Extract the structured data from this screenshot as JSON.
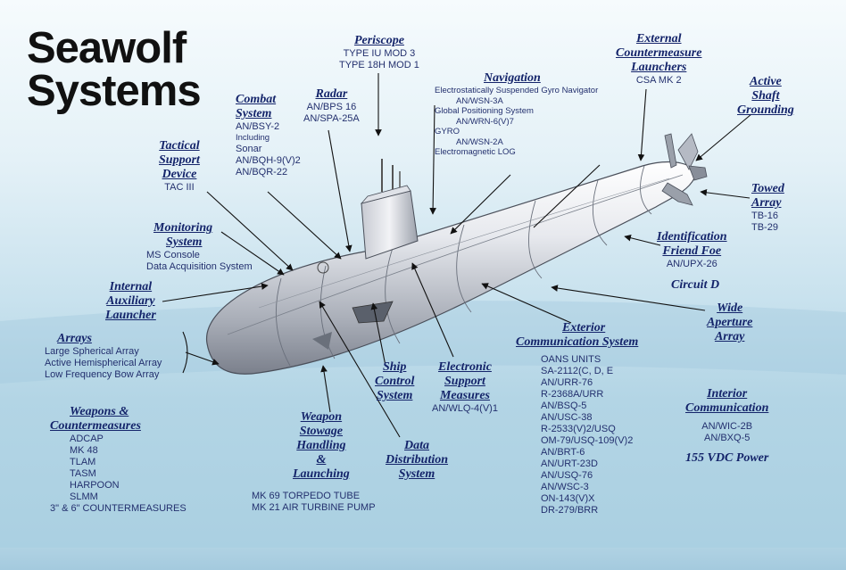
{
  "title": [
    "Seawolf",
    "Systems"
  ],
  "labels": {
    "periscope": {
      "heading": [
        "Periscope"
      ],
      "items": [
        "TYPE IU MOD 3",
        "TYPE 18H MOD 1"
      ]
    },
    "external_countermeasure": {
      "heading": [
        "External",
        "Countermeasure",
        "Launchers"
      ],
      "items": [
        "CSA MK 2"
      ]
    },
    "active_shaft": {
      "heading": [
        "Active",
        "Shaft",
        "Grounding"
      ],
      "items": []
    },
    "navigation": {
      "heading": [
        "Navigation"
      ],
      "items": [
        "Electrostatically Suspended Gyro Navigator",
        "AN/WSN-3A",
        "Global Positioning System",
        "AN/WRN-6(V)7",
        "GYRO",
        "AN/WSN-2A",
        "Electromagnetic LOG"
      ]
    },
    "radar": {
      "heading": [
        "Radar"
      ],
      "items": [
        "AN/BPS 16",
        "AN/SPA-25A"
      ]
    },
    "combat": {
      "heading": [
        "Combat",
        "System"
      ],
      "items": [
        "AN/BSY-2",
        "Including",
        "Sonar",
        "AN/BQH-9(V)2",
        "AN/BQR-22"
      ]
    },
    "tactical": {
      "heading": [
        "Tactical",
        "Support",
        "Device"
      ],
      "items": [
        "TAC III"
      ]
    },
    "monitoring": {
      "heading": [
        "Monitoring",
        "System"
      ],
      "items": [
        "MS Console",
        "Data Acquisition System"
      ]
    },
    "towed": {
      "heading": [
        "Towed",
        "Array"
      ],
      "items": [
        "TB-16",
        "TB-29"
      ]
    },
    "iff": {
      "heading": [
        "Identification",
        "Friend Foe"
      ],
      "items": [
        "AN/UPX-26"
      ]
    },
    "circuit": {
      "heading": [
        "Circuit D"
      ],
      "items": []
    },
    "internal_aux": {
      "heading": [
        "Internal",
        "Auxiliary",
        "Launcher"
      ],
      "items": []
    },
    "wide_aperture": {
      "heading": [
        "Wide",
        "Aperture",
        "Array"
      ],
      "items": []
    },
    "arrays": {
      "heading": [
        "Arrays"
      ],
      "items": [
        "Large Spherical Array",
        "Active Hemispherical Array",
        "Low Frequency Bow Array"
      ]
    },
    "exterior_comm": {
      "heading": [
        "Exterior",
        "Communication System"
      ],
      "items": [
        "OANS UNITS",
        "SA-2112(C, D, E",
        "AN/URR-76",
        "R-2368A/URR",
        "AN/BSQ-5",
        "AN/USC-38",
        "R-2533(V)2/USQ",
        "OM-79/USQ-109(V)2",
        "AN/BRT-6",
        "AN/URT-23D",
        "AN/USQ-76",
        "AN/WSC-3",
        "ON-143(V)X",
        "DR-279/BRR"
      ]
    },
    "interior_comm": {
      "heading": [
        "Interior",
        "Communication"
      ],
      "items": [
        "AN/WIC-2B",
        "AN/BXQ-5"
      ]
    },
    "power": {
      "label": "155 VDC Power"
    },
    "ship_control": {
      "heading": [
        "Ship",
        "Control",
        "System"
      ],
      "items": []
    },
    "esm": {
      "heading": [
        "Electronic",
        "Support",
        "Measures"
      ],
      "items": [
        "AN/WLQ-4(V)1"
      ]
    },
    "weapons_counter": {
      "heading": [
        "Weapons &",
        "Countermeasures"
      ],
      "items": [
        "ADCAP",
        "MK 48",
        "TLAM",
        "TASM",
        "HARPOON",
        "SLMM",
        "3\" & 6\" COUNTERMEASURES"
      ]
    },
    "weapon_stowage": {
      "heading": [
        "Weapon",
        "Stowage",
        "Handling",
        "&",
        "Launching"
      ],
      "items": [
        "MK 69 TORPEDO TUBE",
        "MK 21 AIR TURBINE PUMP"
      ]
    },
    "data_dist": {
      "heading": [
        "Data",
        "Distribution",
        "System"
      ],
      "items": []
    }
  }
}
